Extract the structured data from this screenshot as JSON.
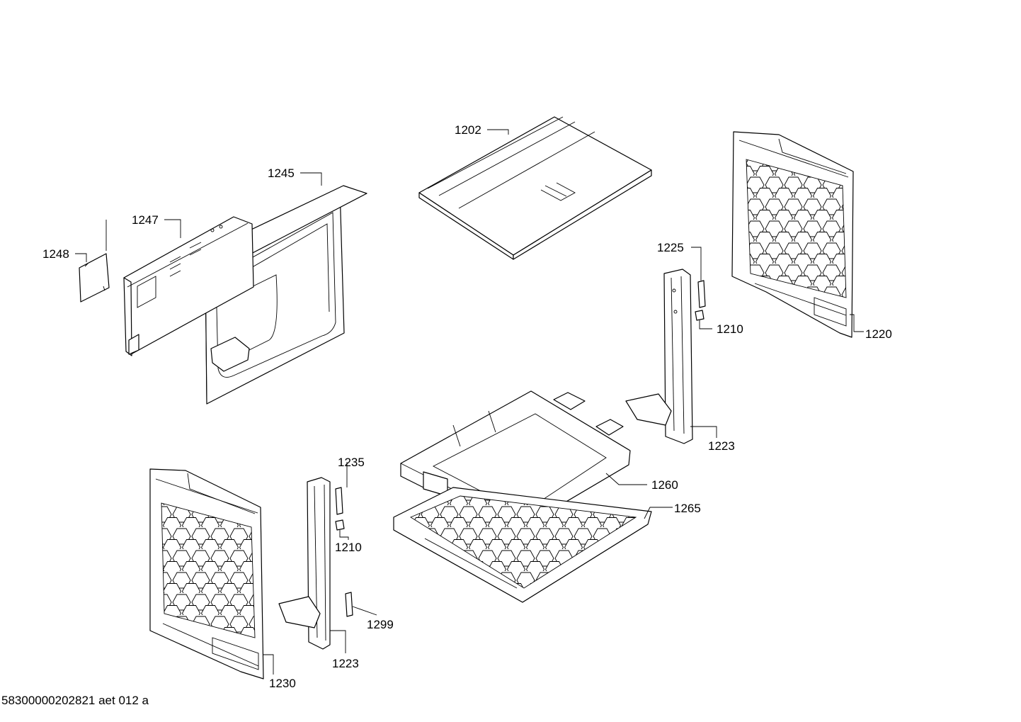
{
  "diagram": {
    "callouts": [
      {
        "id": "c1202",
        "label": "1202"
      },
      {
        "id": "c1245",
        "label": "1245"
      },
      {
        "id": "c1247",
        "label": "1247"
      },
      {
        "id": "c1248",
        "label": "1248"
      },
      {
        "id": "c1225",
        "label": "1225"
      },
      {
        "id": "c1210a",
        "label": "1210"
      },
      {
        "id": "c1220",
        "label": "1220"
      },
      {
        "id": "c1223a",
        "label": "1223"
      },
      {
        "id": "c1235",
        "label": "1235"
      },
      {
        "id": "c1210b",
        "label": "1210"
      },
      {
        "id": "c1260",
        "label": "1260"
      },
      {
        "id": "c1265",
        "label": "1265"
      },
      {
        "id": "c1299",
        "label": "1299"
      },
      {
        "id": "c1223b",
        "label": "1223"
      },
      {
        "id": "c1230",
        "label": "1230"
      }
    ]
  },
  "footer": {
    "document_code": "58300000202821 aet 012 a"
  }
}
